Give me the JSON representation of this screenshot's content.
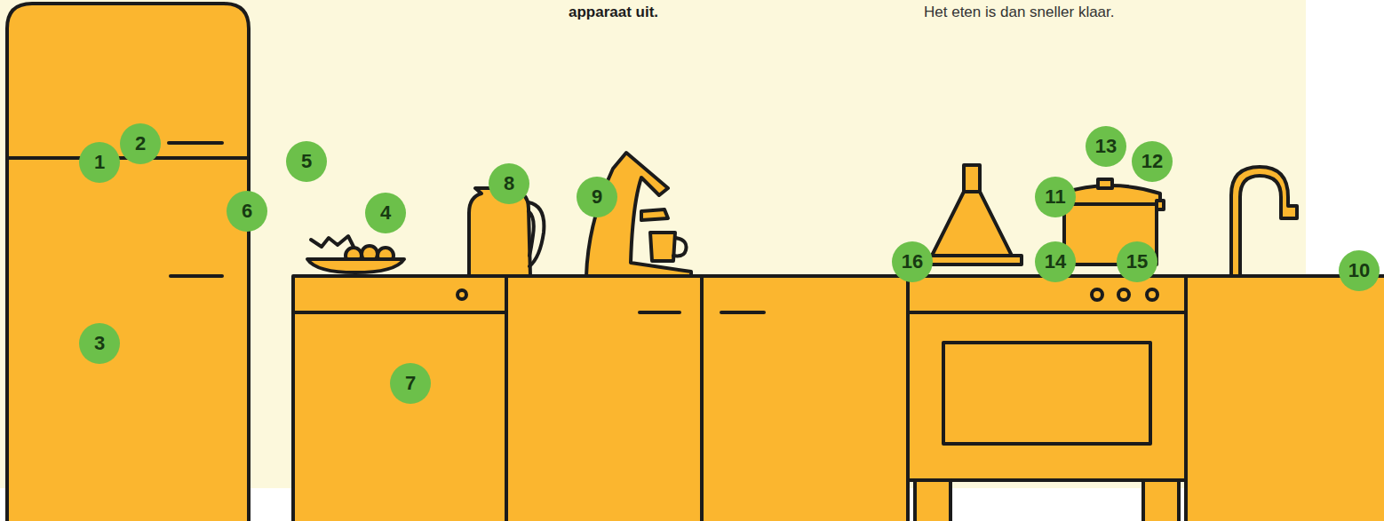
{
  "diagram": {
    "nodes": [
      {
        "text": [
          "1"
        ]
      },
      {
        "text": [
          "2"
        ]
      },
      {
        "text": [
          "3"
        ]
      },
      {
        "text": [
          "4"
        ]
      },
      {
        "text": [
          "5"
        ]
      },
      {
        "text": [
          "6"
        ]
      },
      {
        "text": [
          "7"
        ]
      },
      {
        "text": [
          "8"
        ]
      },
      {
        "text": [
          "9"
        ]
      },
      {
        "text": [
          "10"
        ]
      },
      {
        "text": [
          "11"
        ]
      },
      {
        "text": [
          "12"
        ]
      },
      {
        "text": [
          "13"
        ]
      },
      {
        "text": [
          "14"
        ]
      },
      {
        "text": [
          "15"
        ]
      },
      {
        "text": [
          "16"
        ]
      }
    ],
    "labels": [
      "apparaat uit.",
      "Het eten is dan sneller klaar."
    ]
  }
}
